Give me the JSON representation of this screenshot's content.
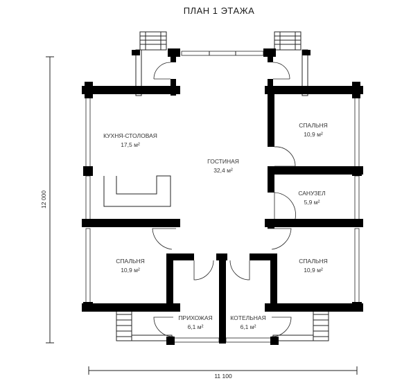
{
  "title": "ПЛАН 1 ЭТАЖА",
  "rooms": [
    {
      "name": "КУХНЯ-СТОЛОВАЯ",
      "area": "17,5 м²"
    },
    {
      "name": "ГОСТИНАЯ",
      "area": "32,4 м²"
    },
    {
      "name": "СПАЛЬНЯ",
      "area": "10,9 м²"
    },
    {
      "name": "САНУЗЕЛ",
      "area": "5,9 м²"
    },
    {
      "name": "СПАЛЬНЯ",
      "area": "10,9 м²"
    },
    {
      "name": "СПАЛЬНЯ",
      "area": "10,9 м²"
    },
    {
      "name": "ПРИХОЖАЯ",
      "area": "6,1 м²"
    },
    {
      "name": "КОТЕЛЬНАЯ",
      "area": "6,1 м²"
    }
  ],
  "dimensions": {
    "height": "12 000",
    "width": "11 100"
  }
}
